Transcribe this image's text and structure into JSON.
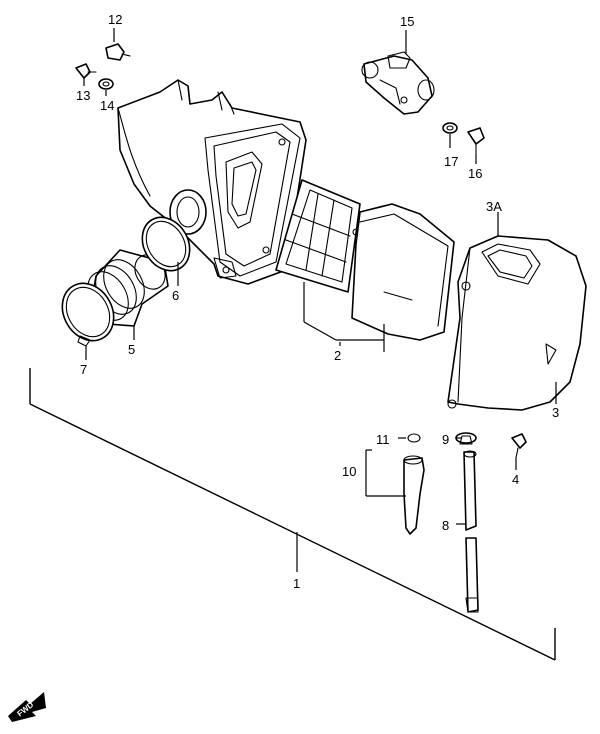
{
  "diagram": {
    "callouts": [
      "1",
      "2",
      "3",
      "3A",
      "4",
      "5",
      "6",
      "7",
      "8",
      "9",
      "10",
      "11",
      "12",
      "13",
      "14",
      "15",
      "16",
      "17"
    ],
    "fwd_label": "FWD"
  },
  "colors": {
    "line": "#000000",
    "background": "#ffffff"
  }
}
